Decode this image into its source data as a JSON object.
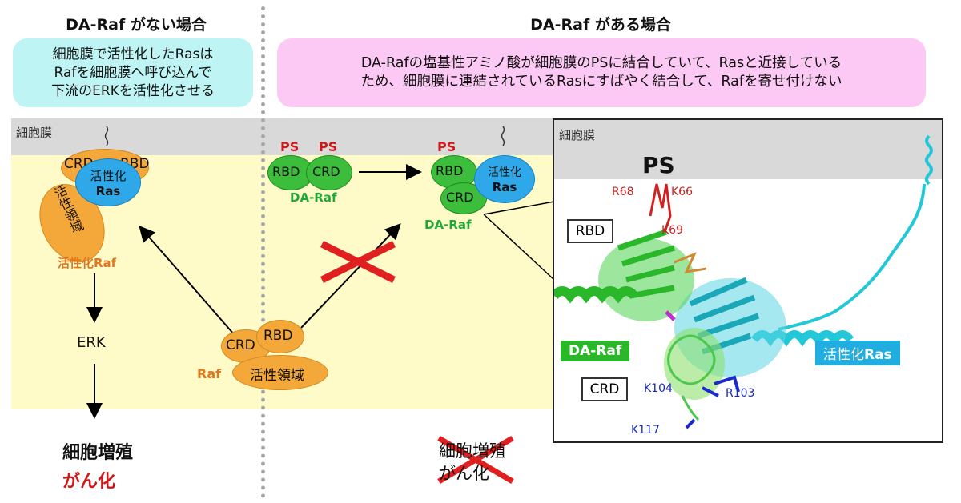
{
  "left": {
    "heading": "DA-Raf がない場合",
    "note_lines": [
      "細胞膜で活性化したRasは",
      "Rafを細胞膜へ呼び込んで",
      "下流のERKを活性化させる"
    ],
    "membrane": "細胞膜",
    "active_ras_line1": "活性化",
    "active_ras_line2": "Ras",
    "crd": "CRD",
    "rbd": "RBD",
    "kinase_domain": "活性領域",
    "active_raf": "活性化Raf",
    "erk": "ERK",
    "result1": "細胞増殖",
    "result2": "がん化",
    "raf": "Raf",
    "raf_crd": "CRD",
    "raf_rbd": "RBD",
    "raf_kinase": "活性領域"
  },
  "right": {
    "heading": "DA-Raf がある場合",
    "note_lines": [
      "DA-Rafの塩基性アミノ酸が細胞膜のPSに結合していて、Rasと近接している",
      "ため、細胞膜に連結されているRasにすばやく結合して、Rafを寄せ付けない"
    ],
    "ps": "PS",
    "rbd": "RBD",
    "crd": "CRD",
    "daraf": "DA-Raf",
    "active_ras_line1": "活性化",
    "active_ras_line2": "Ras",
    "result1": "細胞増殖",
    "result2": "がん化"
  },
  "inset": {
    "membrane": "細胞膜",
    "ps": "PS",
    "rbd": "RBD",
    "crd": "CRD",
    "daraf": "DA-Raf",
    "active_ras_prefix": "活性化",
    "active_ras_suffix": "Ras",
    "residues": {
      "r68": "R68",
      "k66": "K66",
      "k69": "K69",
      "k104": "K104",
      "r103": "R103",
      "k117": "K117"
    }
  },
  "colors": {
    "membrane": "#d9d9d9",
    "cytoplasm": "#fffbc8",
    "note_left": "#bff4f4",
    "note_right": "#fcc8f4",
    "ras": "#2ea8e8",
    "raf": "#f4a83a",
    "daraf": "#3cbe3c",
    "cross": "#e02020"
  }
}
